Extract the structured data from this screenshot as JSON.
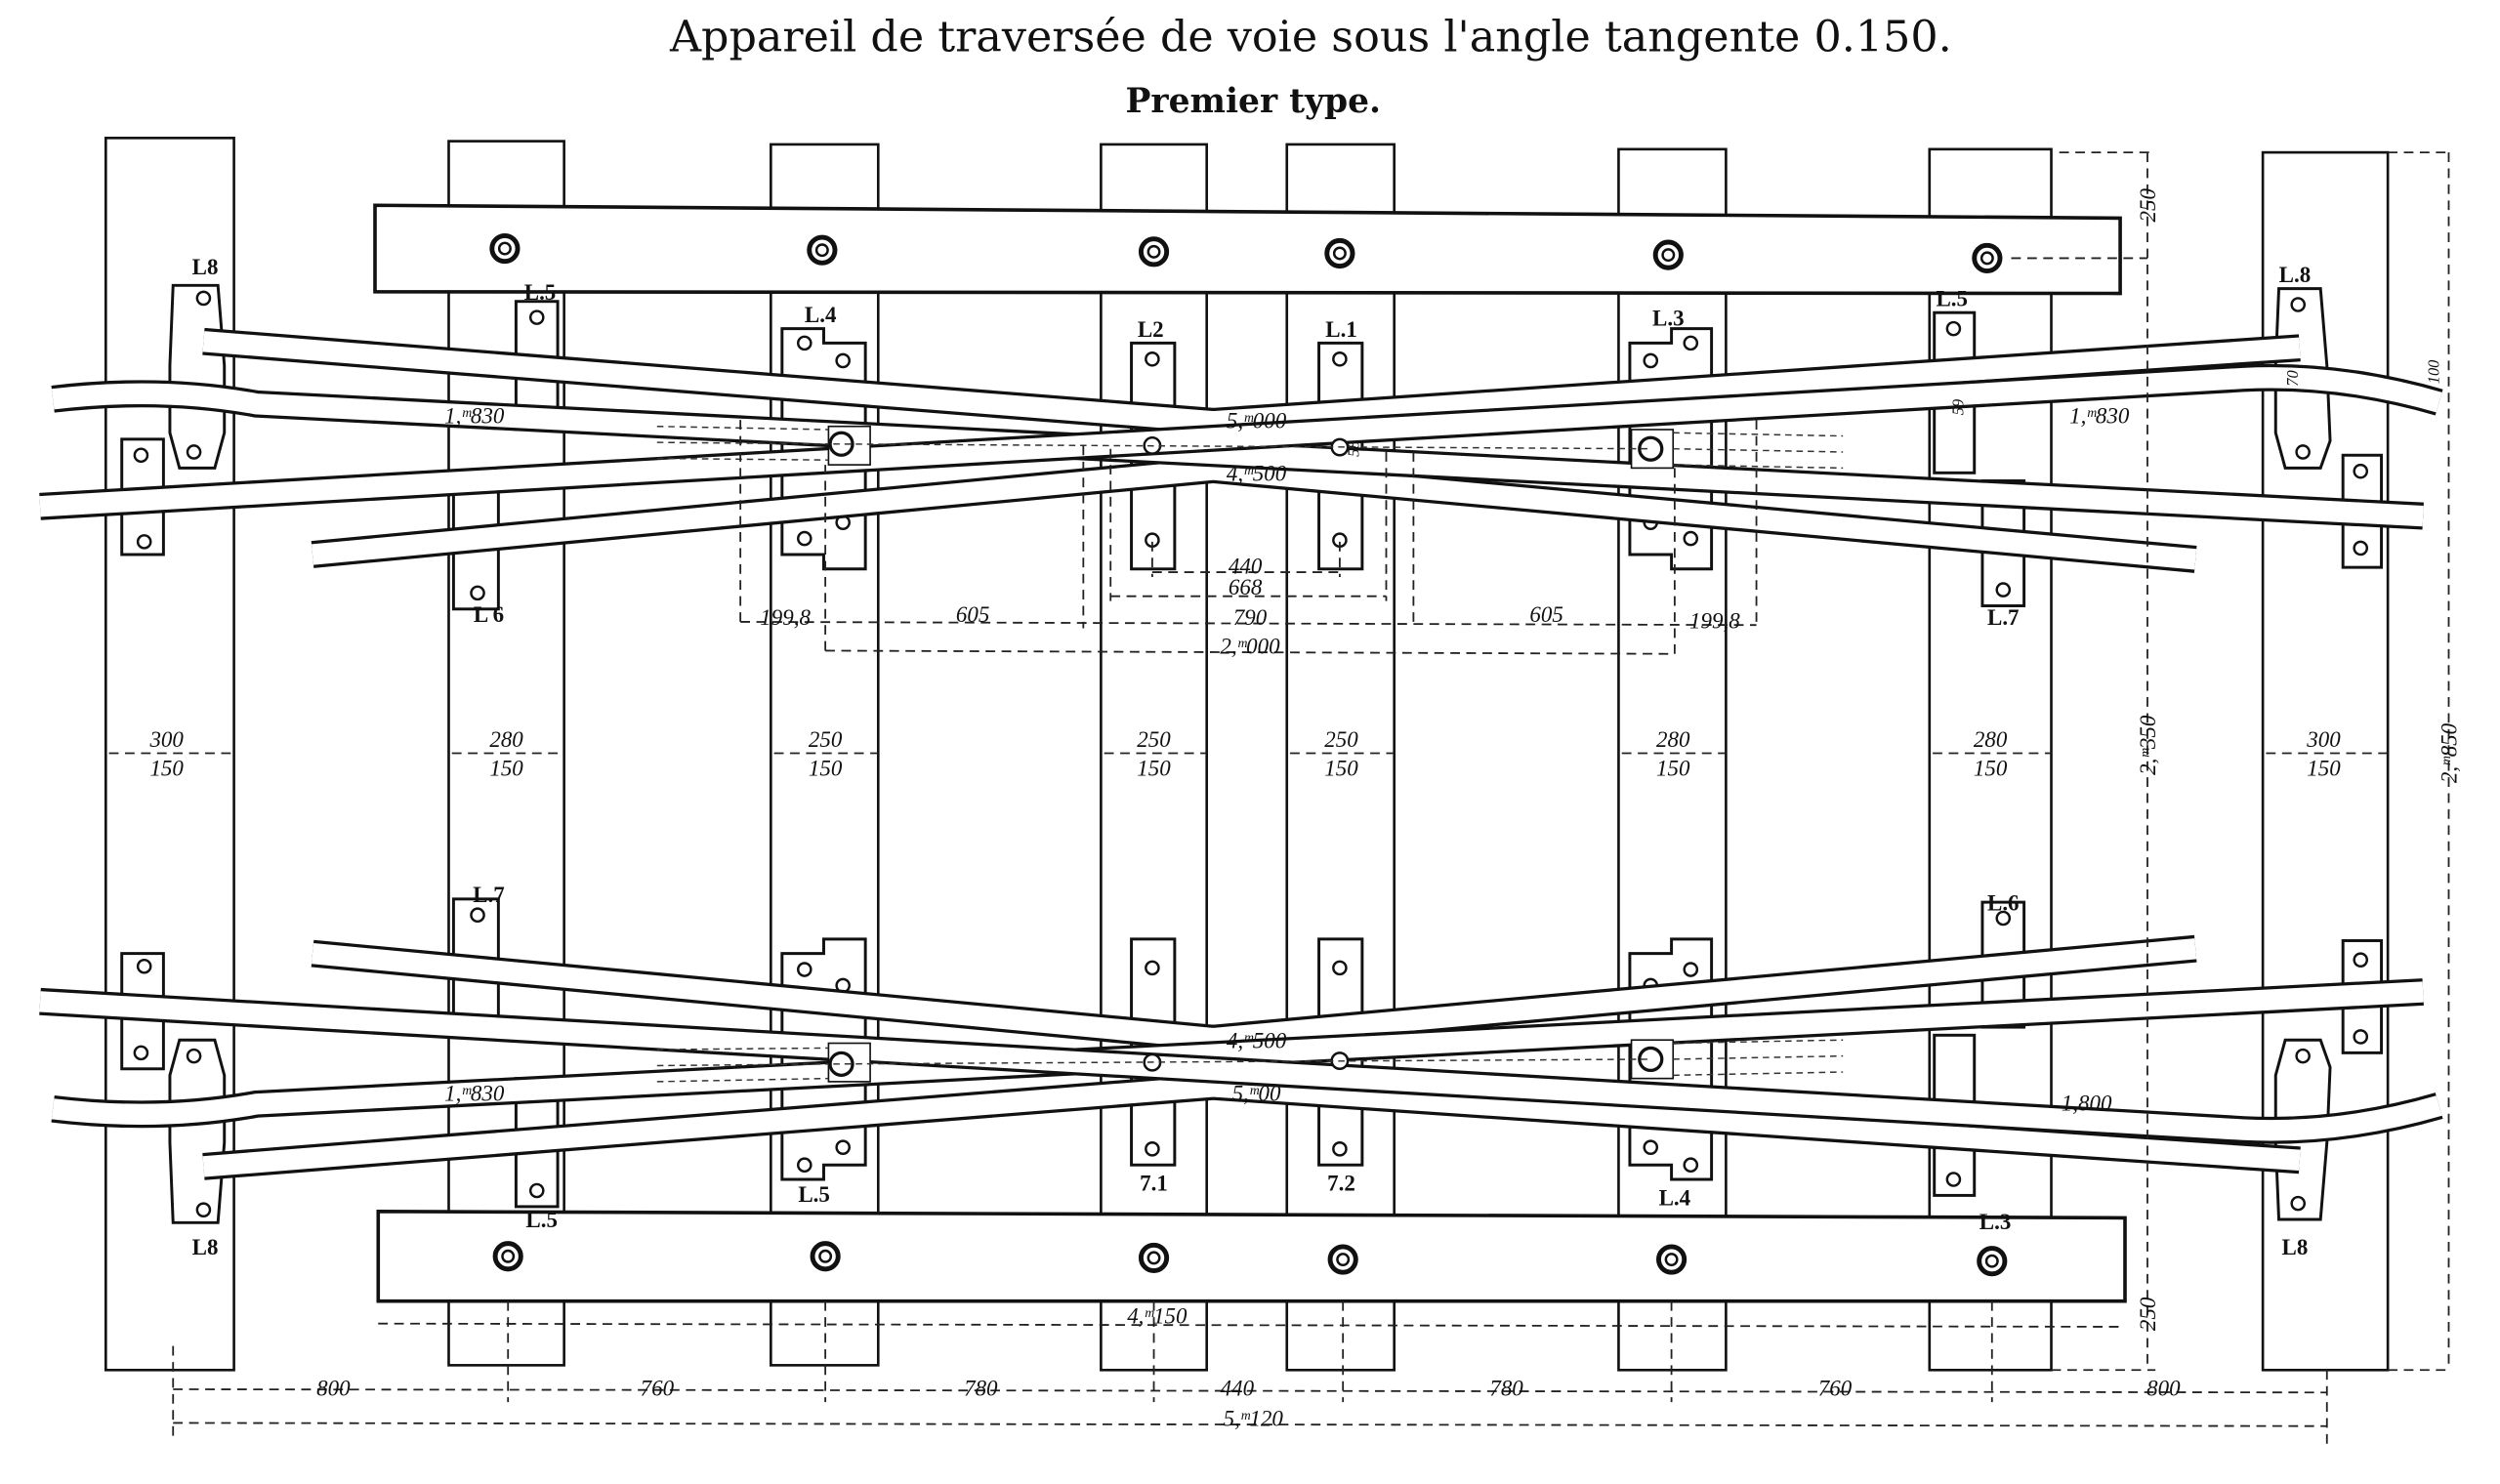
{
  "title": "Appareil de traversée de voie sous l'angle tangente 0.150.",
  "subtitle": "Premier type.",
  "plate_labels": {
    "top_l8_left": "L8",
    "top_l5_left": "L.5",
    "top_l4": "L.4",
    "top_l2": "L2",
    "top_l1": "L.1",
    "top_l3": "L.3",
    "top_l5_right": "L.5",
    "top_l8_right": "L.8",
    "top_l6": "L 6",
    "top_l7": "L.7",
    "bot_l7": "L.7",
    "bot_l6": "L.6",
    "bot_l5_a": "L.5",
    "bot_l5_b": "L.5",
    "bot_l8_left": "L8",
    "bot_71": "7.1",
    "bot_72": "7.2",
    "bot_l4": "L.4",
    "bot_l3": "L.3",
    "bot_l8_right": "L8"
  },
  "dimensions": {
    "top_left_length": "1,ᵐ830",
    "top_right_length": "1,ᵐ830",
    "top_upper_center": "5,ᵐ000",
    "top_lower_center": "4,ᵐ500",
    "d440": "440",
    "d668": "668",
    "d199_left": "199,8",
    "d605_left": "605",
    "d790": "790",
    "d605_right": "605",
    "d199_right": "199,8",
    "d2000": "2,ᵐ000",
    "bot_left_length": "1,ᵐ830",
    "bot_upper_center": "4,ᵐ500",
    "bot_lower_center": "5,ᵐ00",
    "bot_right_length": "1,800",
    "beam_length": "4,ᵐ150",
    "right_250_top": "250",
    "right_250_bottom": "250",
    "right_2350": "2,ᵐ350",
    "right_2850": "2,ᵐ850",
    "small_58": "58",
    "small_59": "59",
    "small_70": "70",
    "small_100": "100"
  },
  "sleepers": [
    {
      "width": "300",
      "thickness": "150"
    },
    {
      "width": "280",
      "thickness": "150"
    },
    {
      "width": "250",
      "thickness": "150"
    },
    {
      "width": "250",
      "thickness": "150"
    },
    {
      "width": "250",
      "thickness": "150"
    },
    {
      "width": "280",
      "thickness": "150"
    },
    {
      "width": "280",
      "thickness": "150"
    },
    {
      "width": "300",
      "thickness": "150"
    }
  ],
  "spacing": [
    "800",
    "760",
    "780",
    "440",
    "780",
    "760",
    "800"
  ],
  "total_length": "5,ᵐ120"
}
